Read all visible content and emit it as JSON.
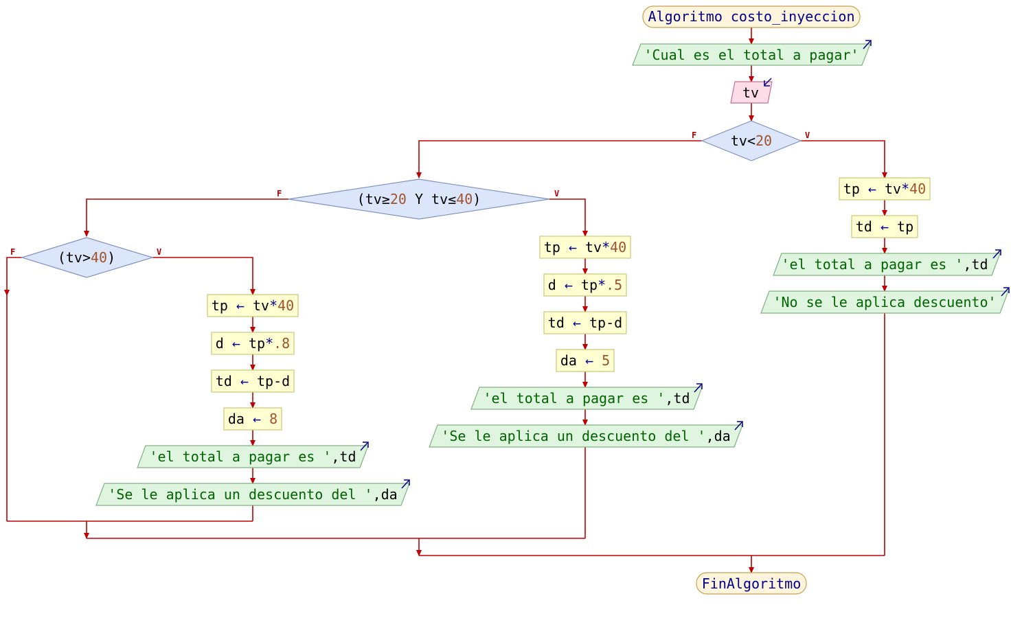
{
  "flow": {
    "start": "Algoritmo costo_inyeccion",
    "end": "FinAlgoritmo",
    "write_q": "'Cual es el total a pagar'",
    "read_tv": "tv",
    "cond1": {
      "a": "tv<",
      "b": "20"
    },
    "cond2": {
      "a": "(tv≥",
      "b": "20",
      "c": " Y tv≤",
      "d": "40",
      "e": ")"
    },
    "cond3": {
      "a": "(tv>",
      "b": "40",
      "c": ")"
    },
    "true_label": "V",
    "false_label": "F",
    "right_branch": {
      "tp": {
        "var": "tp ",
        "arrow": "←",
        "expr": " tv",
        "op": "*",
        "num": "40"
      },
      "td": {
        "var": "td ",
        "arrow": "←",
        "expr": " tp"
      },
      "write_total": {
        "s": "'el total a pagar es '",
        "v": ",td"
      },
      "write_nodesc": "'No se le aplica descuento'"
    },
    "mid_branch": {
      "tp": {
        "var": "tp ",
        "arrow": "←",
        "expr": " tv",
        "op": "*",
        "num": "40"
      },
      "d": {
        "var": "d ",
        "arrow": "←",
        "expr": " tp",
        "op": "*",
        "num": ".5"
      },
      "td": {
        "var": "td ",
        "arrow": "←",
        "expr": " tp-d"
      },
      "da": {
        "var": "da ",
        "arrow": "←",
        "num": " 5"
      },
      "write_total": {
        "s": "'el total a pagar es '",
        "v": ",td"
      },
      "write_desc": {
        "s": "'Se le aplica un descuento del '",
        "v": ",da"
      }
    },
    "left_branch": {
      "tp": {
        "var": "tp ",
        "arrow": "←",
        "expr": " tv",
        "op": "*",
        "num": "40"
      },
      "d": {
        "var": "d ",
        "arrow": "←",
        "expr": " tp",
        "op": "*",
        "num": ".8"
      },
      "td": {
        "var": "td ",
        "arrow": "←",
        "expr": " tp-d"
      },
      "da": {
        "var": "da ",
        "arrow": "←",
        "num": " 8"
      },
      "write_total": {
        "s": "'el total a pagar es '",
        "v": ",td"
      },
      "write_desc": {
        "s": "'Se le aplica un descuento del '",
        "v": ",da"
      }
    }
  },
  "colors": {
    "terminal_fill": "#fff5dc",
    "terminal_stroke": "#c8a050",
    "process_fill": "#ffffd2",
    "process_stroke": "#c8c878",
    "io_output_fill": "#e0f5e0",
    "io_output_stroke": "#80b080",
    "io_input_fill": "#ffdde8",
    "io_input_stroke": "#c07090",
    "decision_fill": "#dce6fa",
    "decision_stroke": "#8090c0",
    "edge": "#c00000",
    "io_arrow": "#000080"
  }
}
